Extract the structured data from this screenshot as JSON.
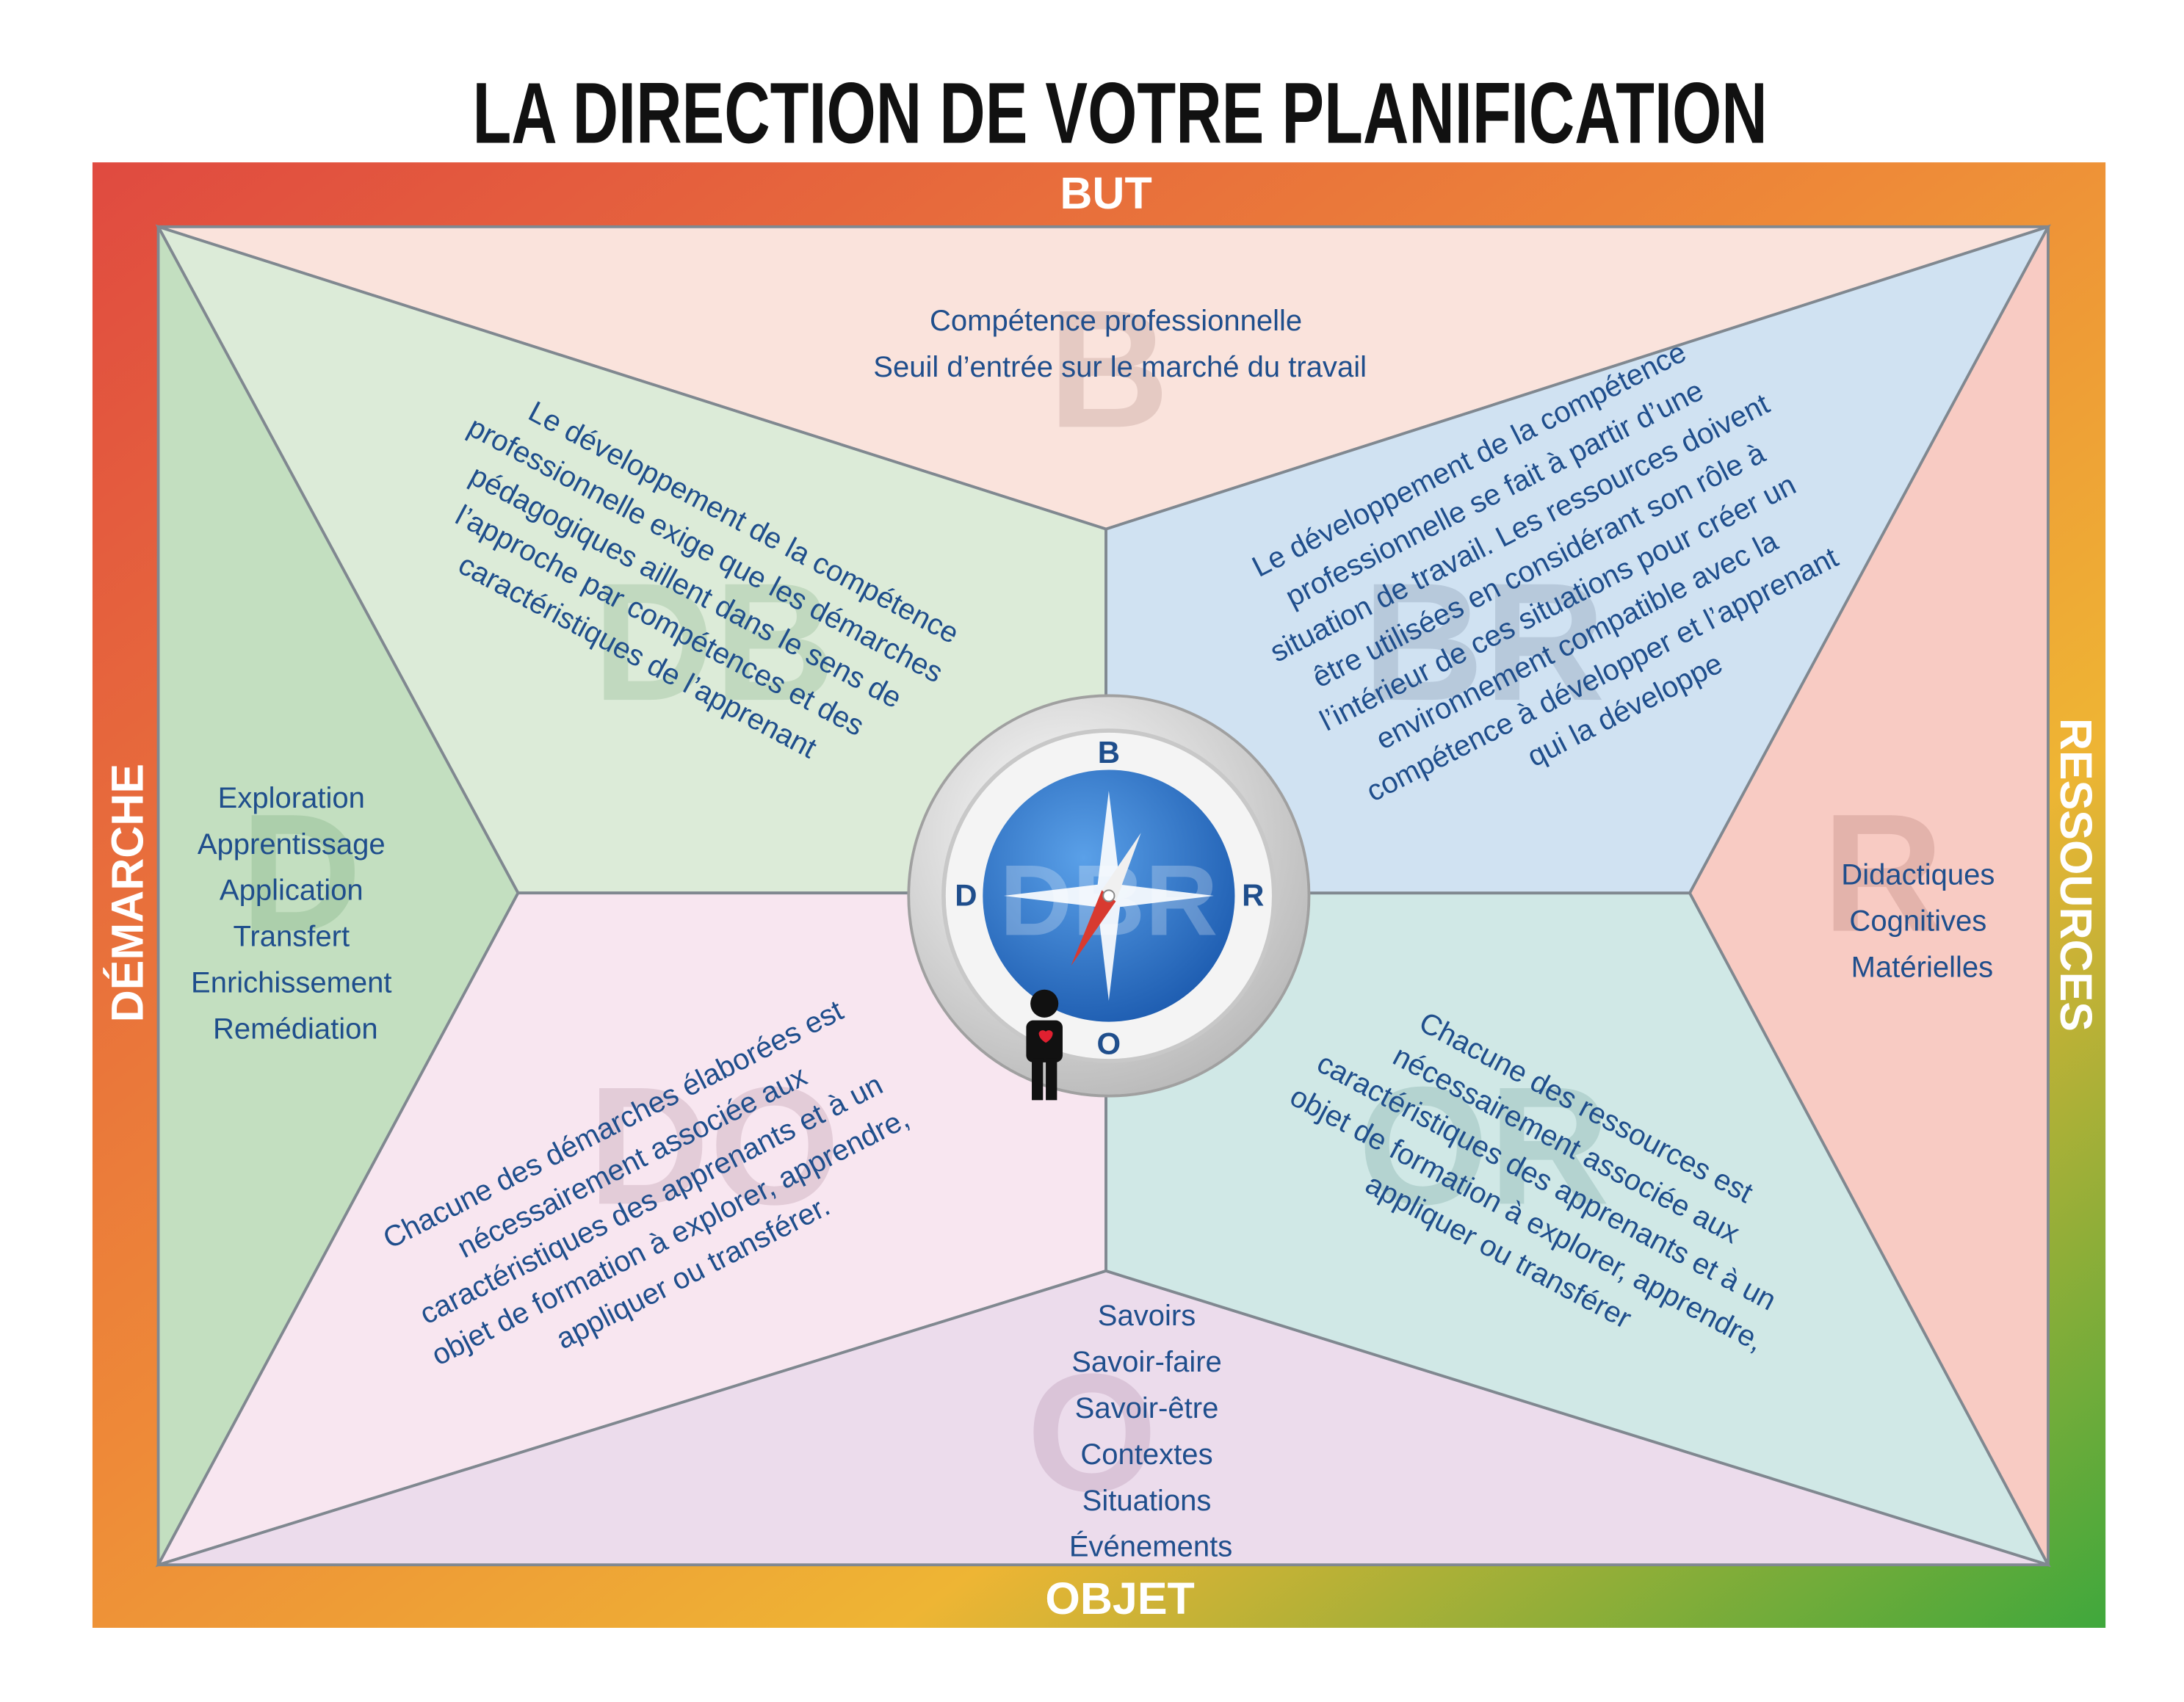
{
  "title": "LA DIRECTION DE VOTRE PLANIFICATION",
  "frame_labels": {
    "top": "BUT",
    "bottom": "OBJET",
    "left": "DÉMARCHE",
    "right": "RESSOURCES"
  },
  "regions": {
    "B": {
      "watermark": "B",
      "lines": [
        "Compétence professionnelle",
        "Seuil d’entrée sur le marché du travail"
      ]
    },
    "D": {
      "watermark": "D",
      "lines": [
        "Exploration",
        "Apprentissage",
        "Application",
        "Transfert",
        "Enrichissement",
        "Remédiation"
      ]
    },
    "R": {
      "watermark": "R",
      "lines": [
        "Didactiques",
        "Cognitives",
        "Matérielles"
      ]
    },
    "O": {
      "watermark": "O",
      "lines": [
        "Savoirs",
        "Savoir-faire",
        "Savoir-être",
        "Contextes",
        "Situations",
        "Événements"
      ]
    },
    "DB": {
      "watermark": "DB",
      "lines": [
        "Le développement de la compétence",
        "professionnelle exige que les démarches",
        "pédagogiques aillent dans le sens de",
        "l’approche par compétences et des",
        "caractéristiques de l’apprenant"
      ]
    },
    "BR": {
      "watermark": "BR",
      "lines": [
        "Le développement de la compétence",
        "professionnelle se fait à partir d’une",
        "situation de travail. Les ressources doivent",
        "être utilisées en considérant son rôle à",
        "l’intérieur de ces situations pour créer un",
        "environnement compatible avec la",
        "compétence à développer et l’apprenant",
        "qui la développe"
      ]
    },
    "DO": {
      "watermark": "DO",
      "lines": [
        "Chacune des démarches élaborées est",
        "nécessairement associée  aux",
        "caractéristiques des apprenants et à un",
        "objet de formation à explorer, apprendre,",
        "appliquer ou transférer."
      ]
    },
    "OR": {
      "watermark": "OR",
      "lines": [
        "Chacune des ressources est",
        "nécessairement associée aux",
        "caractéristiques des apprenants et à un",
        "objet de formation à explorer, apprendre,",
        "appliquer ou transférer"
      ]
    }
  },
  "compass": {
    "north": "B",
    "west": "D",
    "east": "R",
    "south": "O",
    "watermark": "DBR"
  },
  "colors": {
    "text": "#1f4e8c",
    "B": "#fae3dc",
    "DB": "#dcebd8",
    "D": "#c3dfc0",
    "DO": "#f8e6f0",
    "O": "#ecdcec",
    "OR": "#d0e8e6",
    "R": "#f8cbc3",
    "BR": "#d0e2f2"
  }
}
